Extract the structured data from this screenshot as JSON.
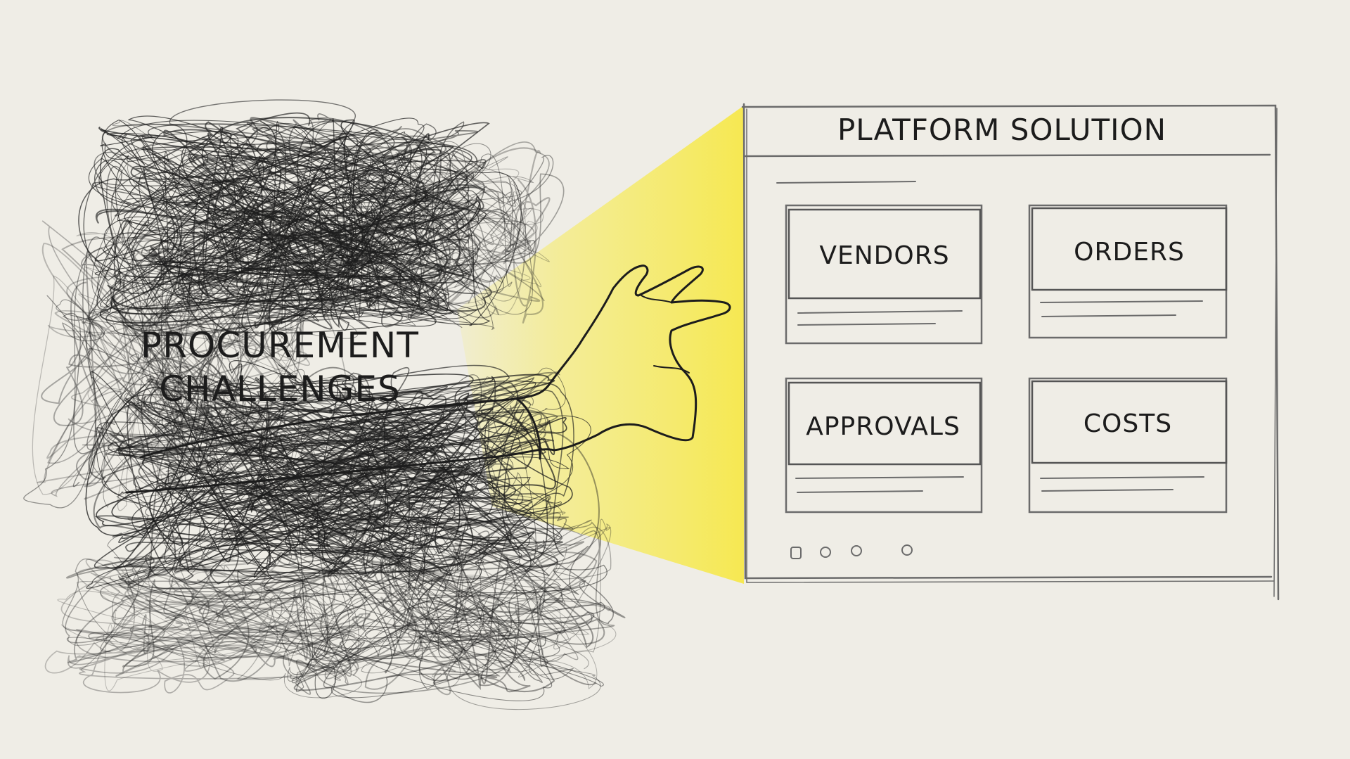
{
  "left": {
    "title_line1": "PROCUREMENT",
    "title_line2": "CHALLENGES"
  },
  "platform": {
    "title": "PLATFORM SOLUTION",
    "cards": [
      {
        "label": "VENDORS"
      },
      {
        "label": "ORDERS"
      },
      {
        "label": "APPROVALS"
      },
      {
        "label": "COSTS"
      }
    ]
  },
  "colors": {
    "paper": "#efede6",
    "ink": "#1c1c1c",
    "pencil": "#6b6b6b",
    "beam": "#f7ec5a"
  }
}
